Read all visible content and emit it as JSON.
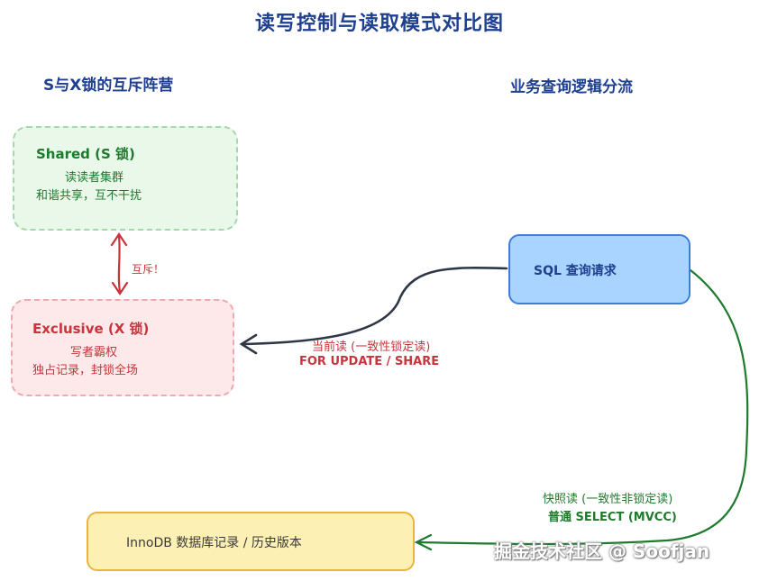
{
  "title": "读写控制与读取模式对比图",
  "sections": {
    "left": "S与X锁的互斥阵营",
    "right": "业务查询逻辑分流"
  },
  "shared_box": {
    "heading": "Shared (S 锁)",
    "line1": "读读者集群",
    "line2": "和谐共享，互不干扰"
  },
  "exclusive_box": {
    "heading": "Exclusive (X 锁)",
    "line1": "写者霸权",
    "line2": "独占记录，封锁全场"
  },
  "mutex_label": "互斥！",
  "sql_box": {
    "label": "SQL 查询请求"
  },
  "current_read": {
    "line1": "当前读 (一致性锁定读)",
    "line2": "FOR UPDATE / SHARE"
  },
  "snapshot_read": {
    "line1": "快照读 (一致性非锁定读)",
    "line2": "普通 SELECT (MVCC)"
  },
  "innodb_box": {
    "label": "InnoDB 数据库记录 / 历史版本"
  },
  "watermark": "掘金技术社区 @ Soofjan",
  "colors": {
    "title": "#1f3f8f",
    "shared_fill": "#eaf8ea",
    "exclusive_fill": "#fde8ea",
    "sql_fill": "#a9d4ff",
    "innodb_fill": "#fdf0b5",
    "mutex_arrow": "#c8343b",
    "current_read_arrow": "#2f3747",
    "snapshot_read_arrow": "#1d7a2e"
  }
}
